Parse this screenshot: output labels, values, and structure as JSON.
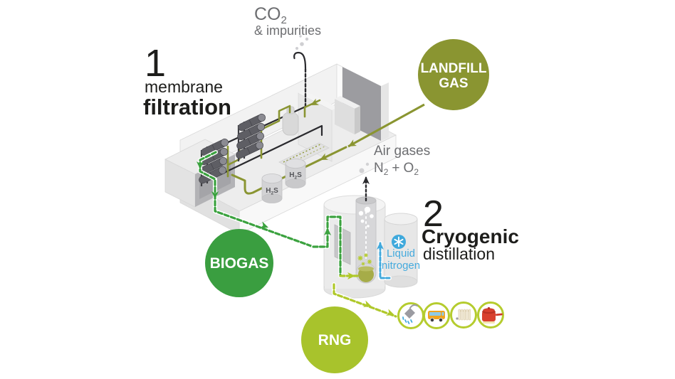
{
  "colors": {
    "olive": "#8A9532",
    "green": "#3BA23F",
    "lime": "#AFC82A",
    "blue": "#41A9DC",
    "heading_text": "#1D1D1B",
    "gray_text": "#6D6E71",
    "building_gray": "#EDEDED"
  },
  "stage1": {
    "number": "1",
    "line1": "membrane",
    "line2": "filtration"
  },
  "stage2": {
    "number": "2",
    "line1": "Cryogenic",
    "line2": "distillation"
  },
  "annotations": {
    "co2": {
      "main": "CO",
      "sub": "2",
      "line2": "& impurities"
    },
    "air": {
      "line1": "Air gases",
      "n": "N",
      "n_sub": "2",
      "plus": "+",
      "o": "O",
      "o_sub": "2"
    },
    "h2s": {
      "h": "H",
      "sub": "2",
      "s": "S"
    }
  },
  "nodes": {
    "landfill_gas": {
      "line1": "LANDFILL",
      "line2": "GAS",
      "color": "#8A9531"
    },
    "biogas": {
      "label": "BIOGAS",
      "color": "#3A9E40"
    },
    "rng": {
      "label": "RNG",
      "color": "#A8C32C"
    },
    "liquid_nitrogen": {
      "line1": "Liquid",
      "line2": "nitrogen",
      "color": "#3FA9DC"
    }
  },
  "end_uses": {
    "ring_color": "#B5CC2E",
    "items": [
      "shower-icon",
      "bus-icon",
      "radiator-icon",
      "cooking-pot-icon"
    ]
  }
}
